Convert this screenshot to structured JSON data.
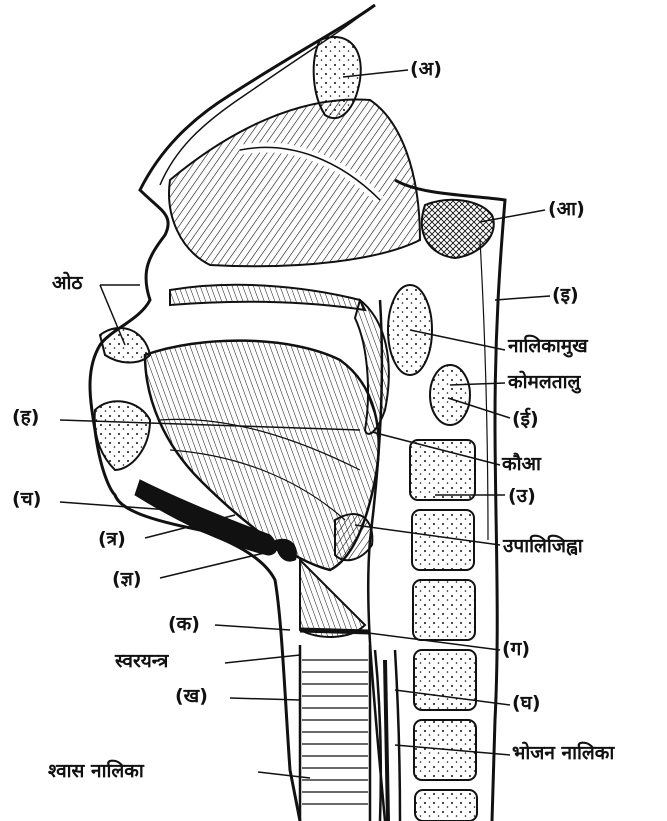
{
  "labels": {
    "a": "(अ)",
    "aa": "(आ)",
    "i": "(इ)",
    "nalikamukh": "नालिकामुख",
    "komaltalu": "कोमलतालु",
    "ii": "(ई)",
    "kaua": "कौआ",
    "u": "(उ)",
    "upalijihva": "उपालिजिह्वा",
    "ga": "(ग)",
    "gha": "(घ)",
    "bhojan_nalika": "भोजन नालिका",
    "oth": "ओठ",
    "ha": "(ह)",
    "tra_upper": "(च)",
    "tra": "(त्र)",
    "gya": "(ज्ञ)",
    "ka": "(क)",
    "swarayantra": "स्वरयन्त्र",
    "kha": "(ख)",
    "shwas_nalika": "श्वास नालिका"
  },
  "colors": {
    "ink": "#111111",
    "paper": "#ffffff"
  }
}
